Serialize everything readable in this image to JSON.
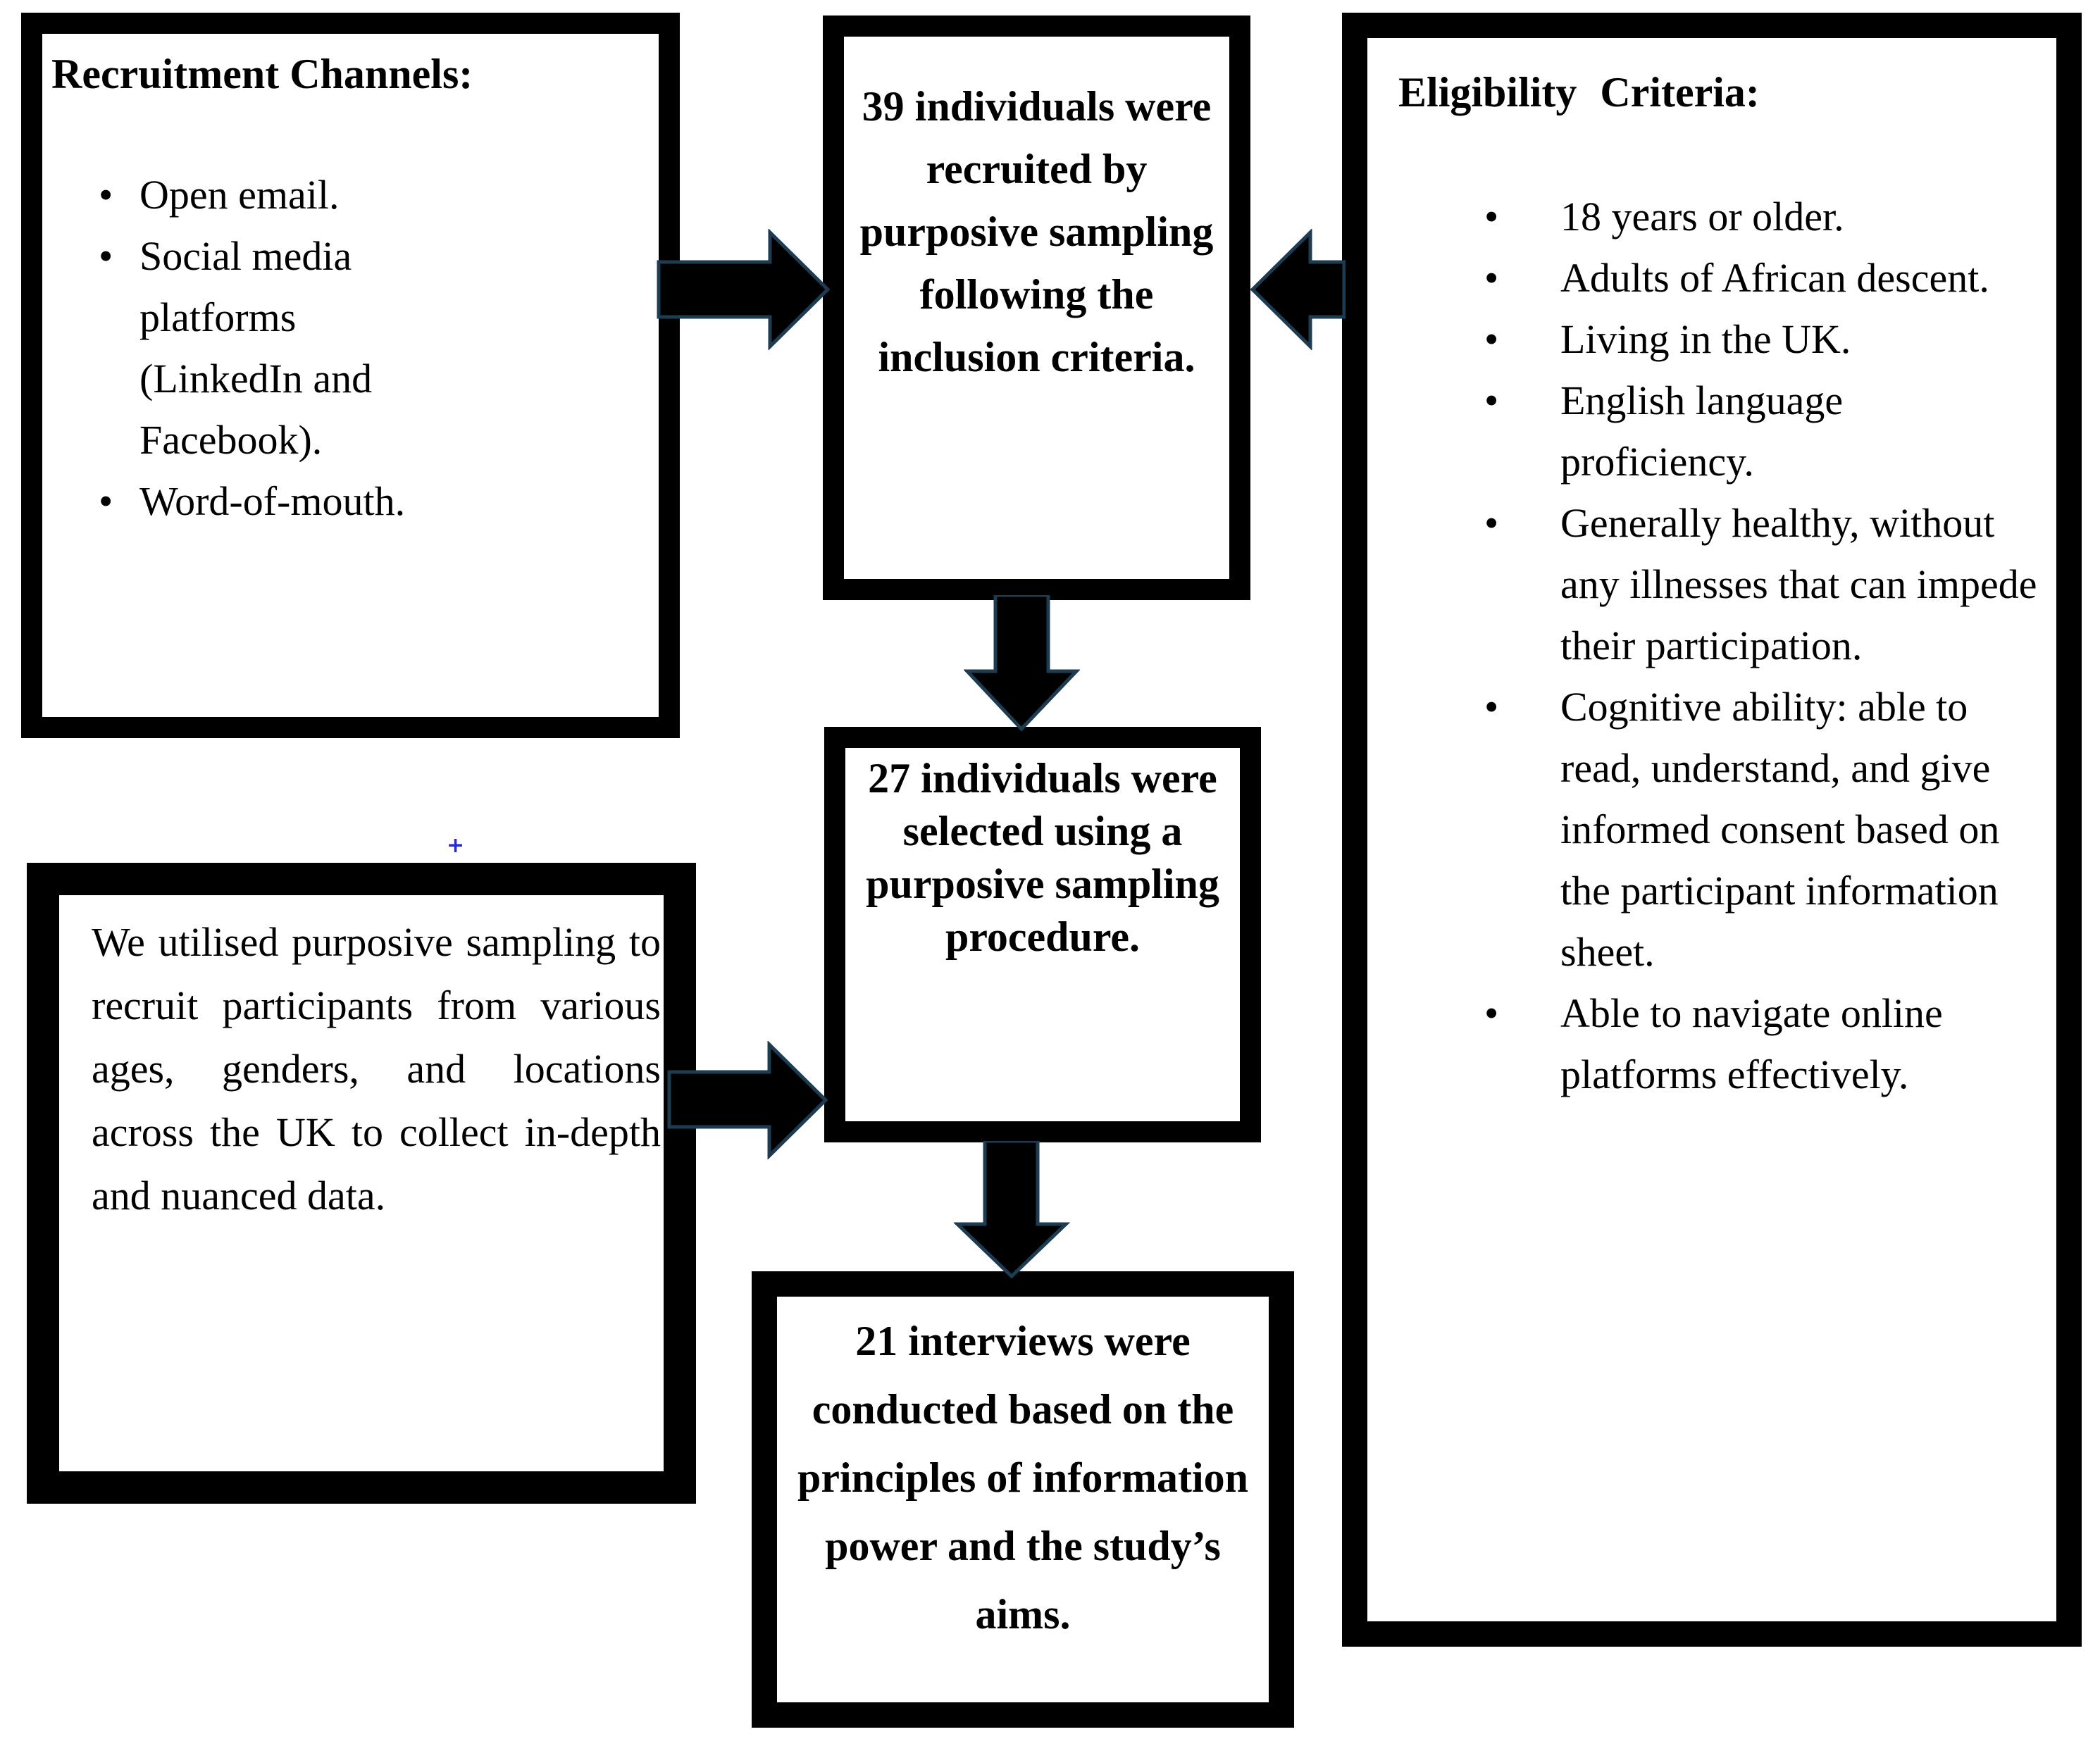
{
  "diagram": {
    "recruitment": {
      "title": "Recruitment Channels:",
      "items": [
        "Open email.",
        "Social media platforms (LinkedIn and Facebook).",
        "Word-of-mouth."
      ]
    },
    "recruited": {
      "text": "39 individuals were recruited by purposive sampling following the inclusion criteria."
    },
    "eligibility": {
      "title": "Eligibility Criteria:",
      "items": [
        "18 years or older.",
        "Adults of African descent.",
        "Living in the UK.",
        "English language proficiency.",
        "Generally healthy, without any illnesses that can impede their participation.",
        "Cognitive ability: able to read, understand, and give informed consent based on the participant information sheet.",
        "Able to navigate online platforms effectively."
      ]
    },
    "sampling": {
      "text": "We utilised purposive sampling to recruit participants from various ages, genders, and locations across the UK to collect in-depth and nuanced data."
    },
    "selected": {
      "text": "27 individuals were selected using a purposive sampling procedure."
    },
    "interviews": {
      "text": "21 interviews were conducted based on the principles of information power and the study’s aims."
    },
    "anchor_marker": "+",
    "colors": {
      "background": "#ffffff",
      "box_border": "#000000",
      "arrow_fill": "#000000",
      "arrow_outline": "#1d3b51",
      "anchor": "#2222ff"
    }
  }
}
